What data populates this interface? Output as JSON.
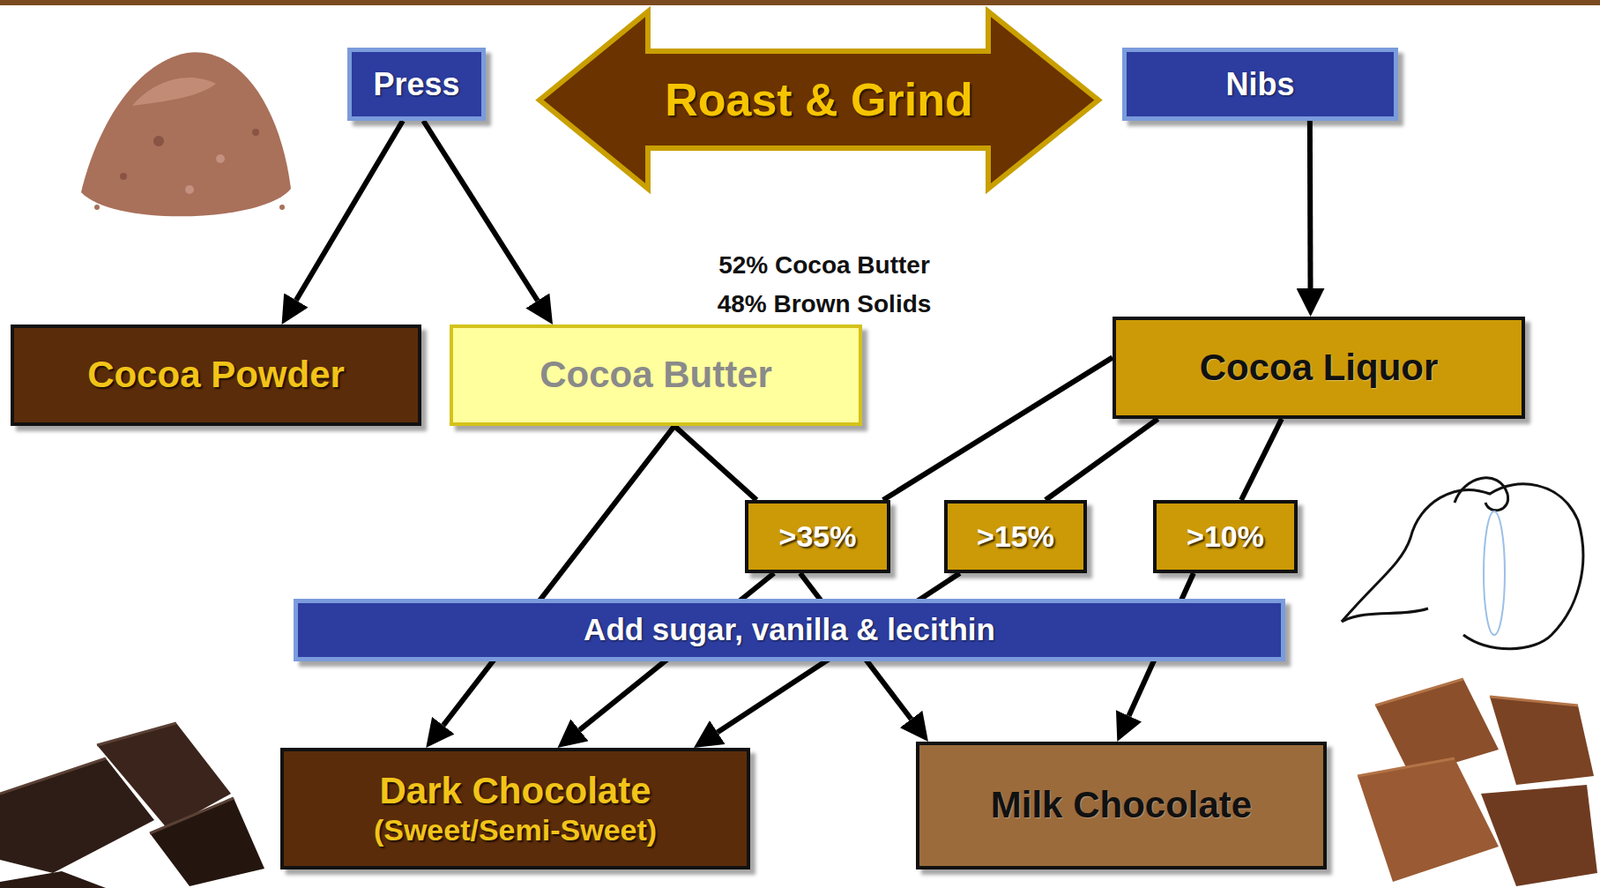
{
  "diagram": {
    "nodes": [
      {
        "text": [
          "Press"
        ]
      },
      {
        "text": [
          "Roast & Grind"
        ]
      },
      {
        "text": [
          "Nibs"
        ]
      },
      {
        "text": [
          "Cocoa Powder"
        ]
      },
      {
        "text": [
          "Cocoa Butter"
        ]
      },
      {
        "text": [
          "Cocoa Liquor"
        ]
      },
      {
        "text": [
          ">35%"
        ]
      },
      {
        "text": [
          ">15%"
        ]
      },
      {
        "text": [
          ">10%"
        ]
      },
      {
        "text": [
          "Add sugar, vanilla & lecithin"
        ]
      },
      {
        "text": [
          "Dark Chocolate",
          "(Sweet/Semi-Sweet)"
        ]
      },
      {
        "text": [
          "Milk Chocolate"
        ]
      }
    ],
    "edges": [
      {
        "from": 0,
        "to": 3,
        "arrow": "to"
      },
      {
        "from": 0,
        "to": 4,
        "arrow": "to"
      },
      {
        "from": 2,
        "to": 5,
        "arrow": "to"
      },
      {
        "from": 4,
        "to": 10,
        "arrow": "to"
      },
      {
        "from": 4,
        "to": 6,
        "arrow": "none"
      },
      {
        "from": 5,
        "to": 6,
        "arrow": "none"
      },
      {
        "from": 5,
        "to": 7,
        "arrow": "none"
      },
      {
        "from": 5,
        "to": 8,
        "arrow": "none"
      },
      {
        "from": 6,
        "to": 10,
        "arrow": "to"
      },
      {
        "from": 6,
        "to": 11,
        "arrow": "to"
      },
      {
        "from": 7,
        "to": 10,
        "arrow": "to"
      },
      {
        "from": 8,
        "to": 11,
        "arrow": "to"
      }
    ],
    "labels": [
      "52% Cocoa Butter",
      "48% Brown Solids"
    ]
  }
}
